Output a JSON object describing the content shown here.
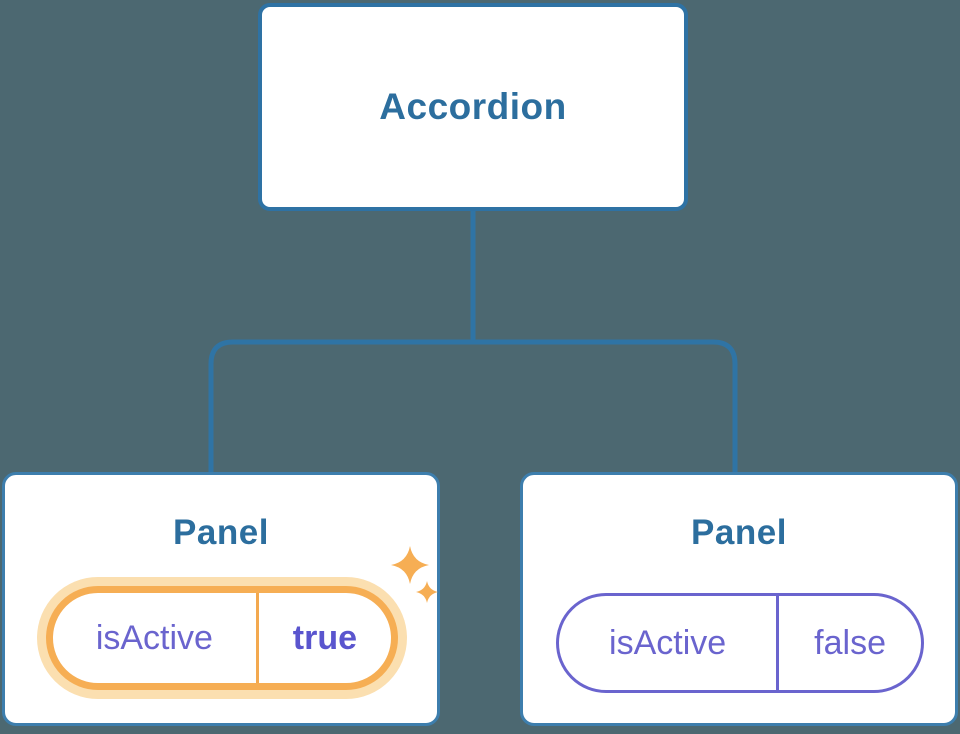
{
  "tree": {
    "root": {
      "label": "Accordion"
    },
    "panels": [
      {
        "title": "Panel",
        "prop_name": "isActive",
        "prop_value": "true",
        "highlighted": true,
        "icon": "sparkles-icon"
      },
      {
        "title": "Panel",
        "prop_name": "isActive",
        "prop_value": "false",
        "highlighted": false
      }
    ]
  },
  "colors": {
    "background": "#4C6871",
    "connector_blue": "#2F74A5",
    "root_border_blue": "#2E72A4",
    "panel_border_blue": "#3D7EAD",
    "title_blue": "#2C6E9E",
    "state_purple": "#6A64CE",
    "state_value_purple": "#5A55CE",
    "highlight_orange": "#F6AE54",
    "highlight_glow": "#FBDFB0",
    "node_background": "#FFFFFF"
  }
}
